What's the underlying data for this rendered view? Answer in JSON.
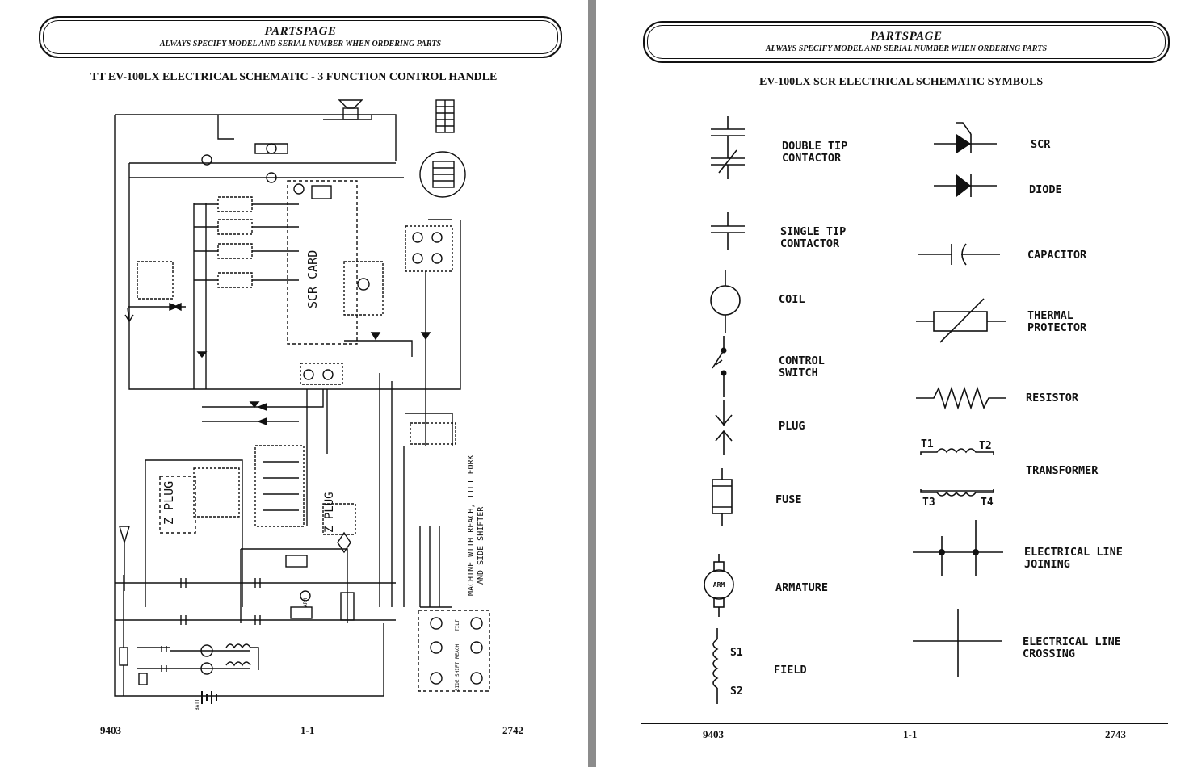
{
  "pages": [
    {
      "header": {
        "title": "PARTSPAGE",
        "subtitle": "ALWAYS SPECIFY MODEL AND SERIAL NUMBER WHEN ORDERING PARTS"
      },
      "heading": "TT EV-100LX ELECTRICAL SCHEMATIC - 3 FUNCTION CONTROL HANDLE",
      "schematic_labels": {
        "scr_card": "SCR CARD",
        "z_plug_left": "Z PLUG",
        "z_plug_right": "Z PLUG",
        "machine_note_line1": "MACHINE WITH REACH, TILT FORK",
        "machine_note_line2": "AND SIDE SHIFTER",
        "arm": "ARM",
        "batt": "BATT",
        "tilt": "TILT",
        "reach": "REACH",
        "side_shift": "SIDE SHIFT"
      },
      "footer": {
        "left": "9403",
        "center": "1-1",
        "right": "2742"
      }
    },
    {
      "header": {
        "title": "PARTSPAGE",
        "subtitle": "ALWAYS SPECIFY MODEL AND SERIAL NUMBER WHEN ORDERING PARTS"
      },
      "heading": "EV-100LX SCR ELECTRICAL SCHEMATIC SYMBOLS",
      "symbols": [
        {
          "name": "double-tip-contactor",
          "label": "DOUBLE TIP\nCONTACTOR"
        },
        {
          "name": "single-tip-contactor",
          "label": "SINGLE TIP\nCONTACTOR"
        },
        {
          "name": "coil",
          "label": "COIL"
        },
        {
          "name": "control-switch",
          "label": "CONTROL\nSWITCH"
        },
        {
          "name": "plug",
          "label": "PLUG"
        },
        {
          "name": "fuse",
          "label": "FUSE"
        },
        {
          "name": "armature",
          "label": "ARMATURE",
          "inner_text": "ARM"
        },
        {
          "name": "field",
          "label": "FIELD",
          "terminal_top": "S1",
          "terminal_bottom": "S2"
        },
        {
          "name": "scr",
          "label": "SCR"
        },
        {
          "name": "diode",
          "label": "DIODE"
        },
        {
          "name": "capacitor",
          "label": "CAPACITOR"
        },
        {
          "name": "thermal-protector",
          "label": "THERMAL\nPROTECTOR"
        },
        {
          "name": "resistor",
          "label": "RESISTOR"
        },
        {
          "name": "transformer",
          "label": "TRANSFORMER",
          "t1": "T1",
          "t2": "T2",
          "t3": "T3",
          "t4": "T4"
        },
        {
          "name": "electrical-line-joining",
          "label": "ELECTRICAL LINE\nJOINING"
        },
        {
          "name": "electrical-line-crossing",
          "label": "ELECTRICAL LINE\nCROSSING"
        }
      ],
      "footer": {
        "left": "9403",
        "center": "1-1",
        "right": "2743"
      }
    }
  ]
}
